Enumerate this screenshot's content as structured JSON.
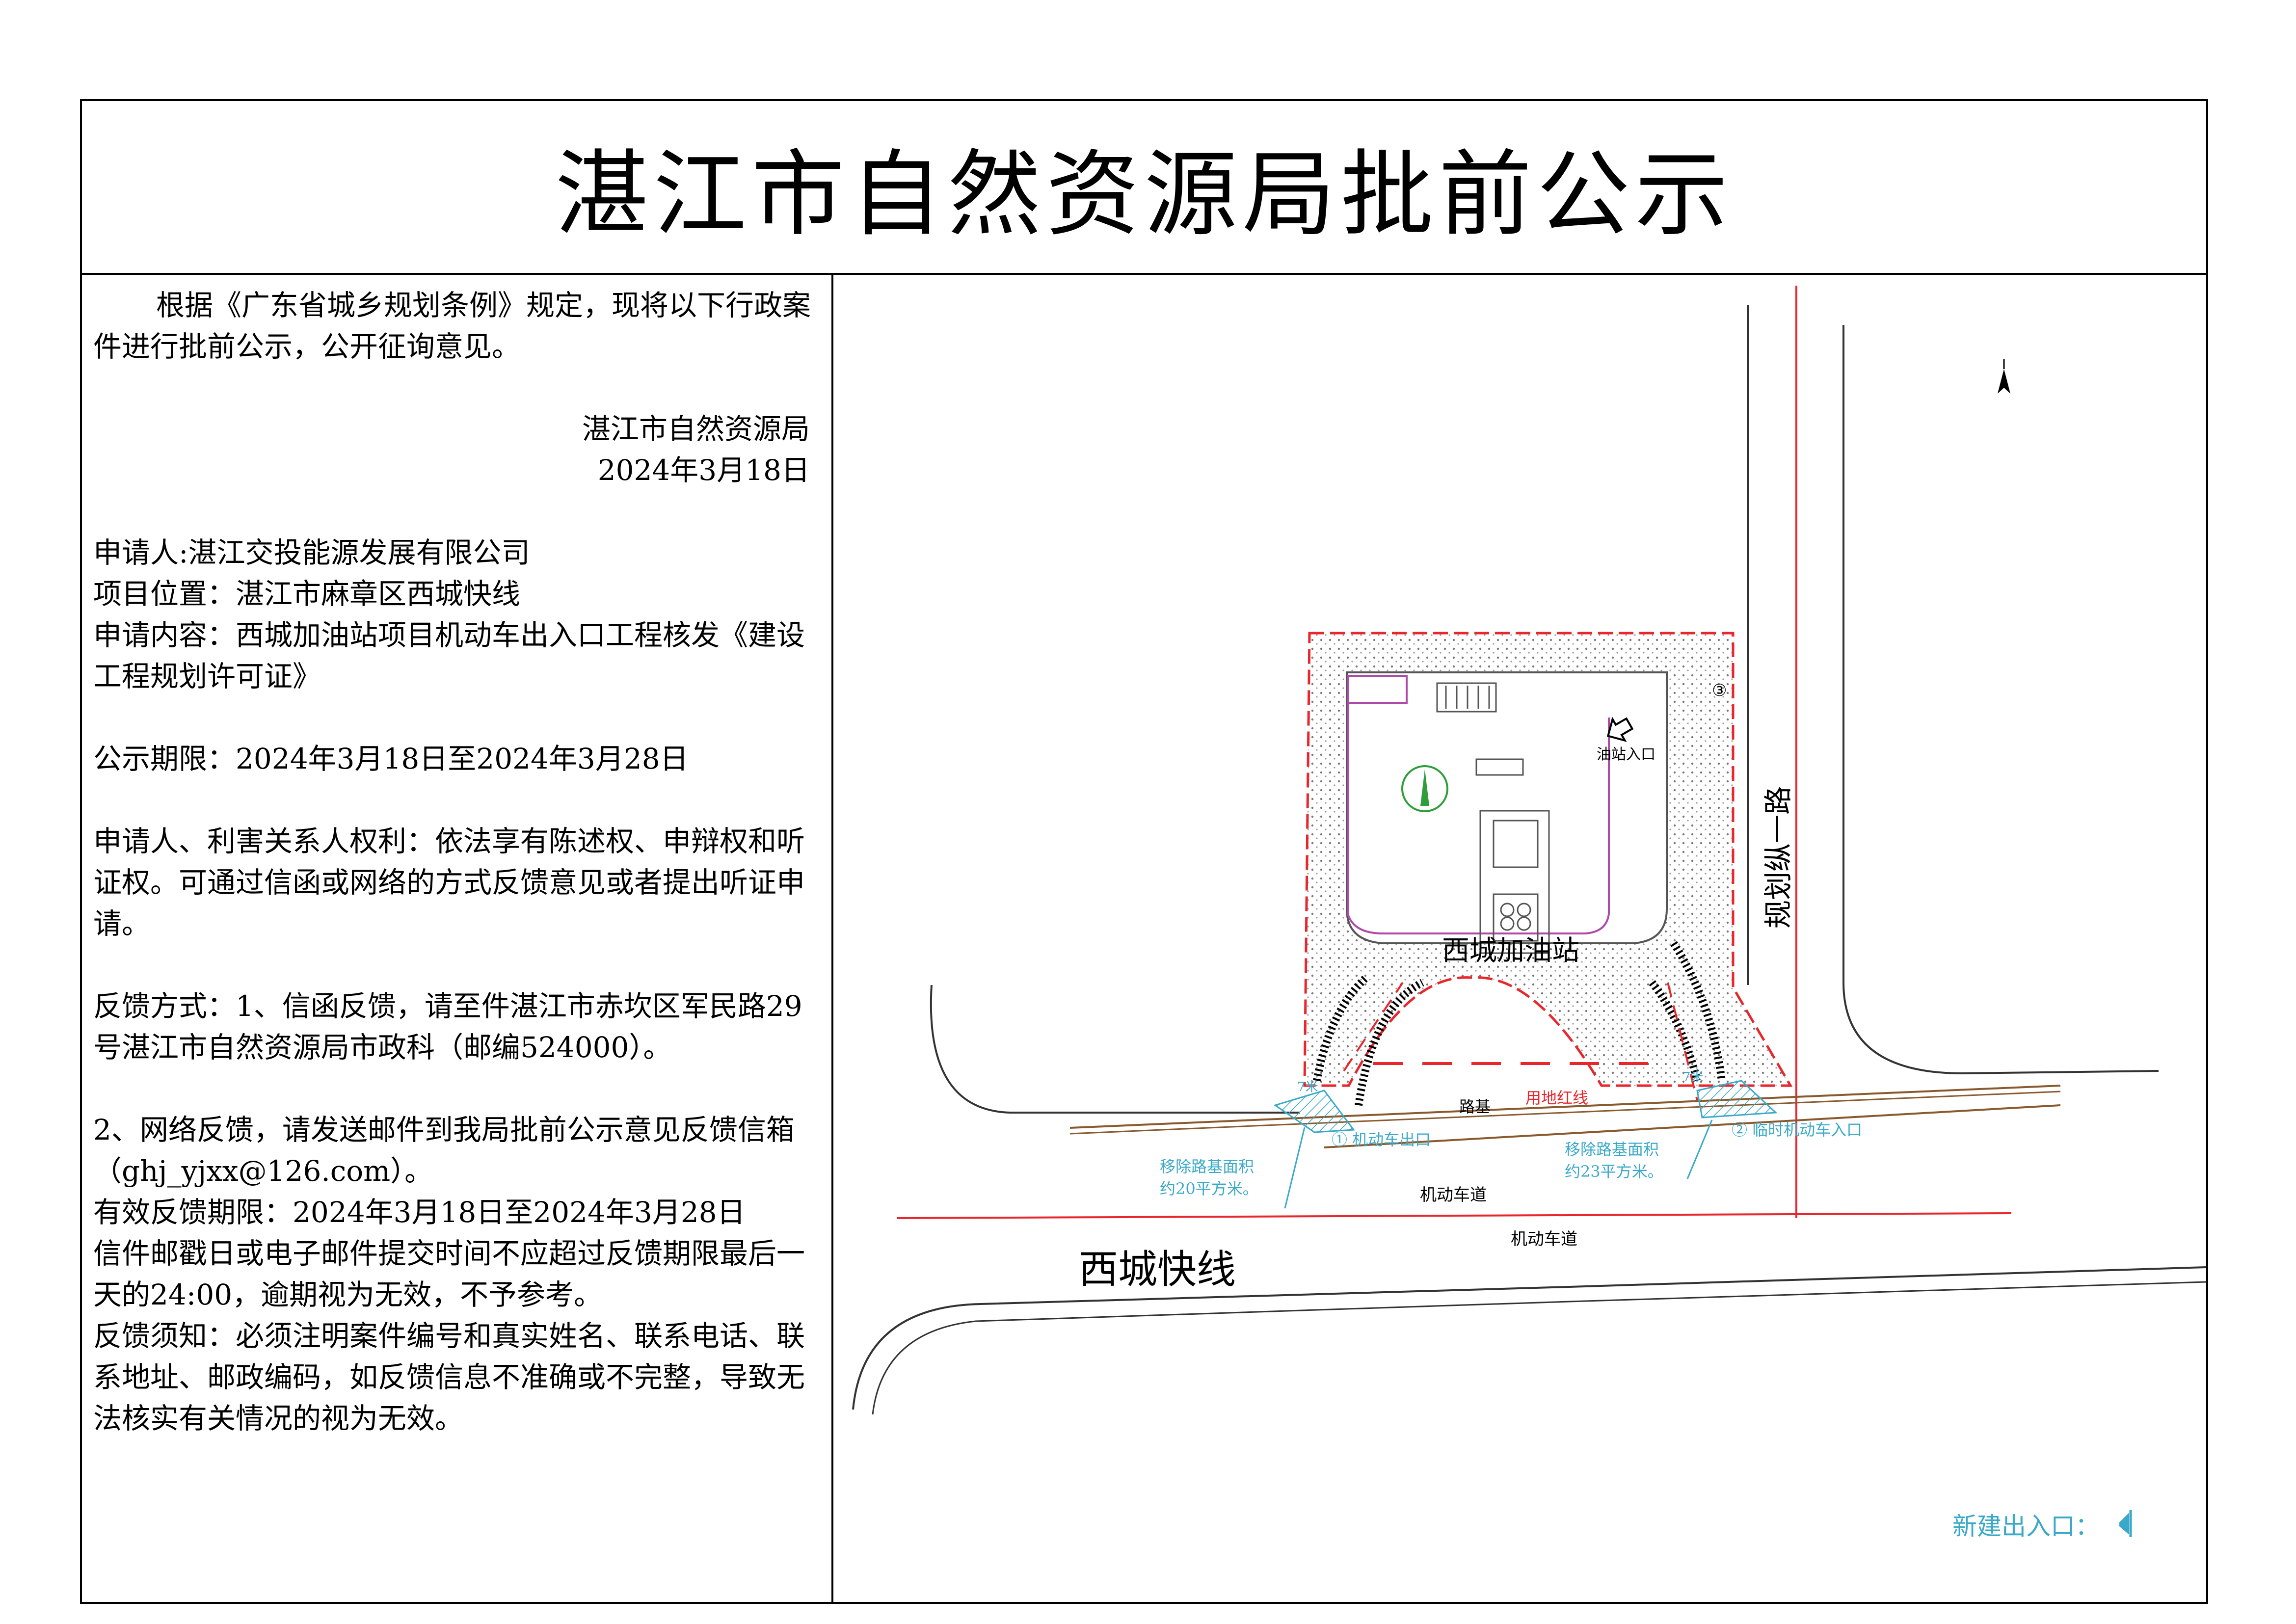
{
  "title": "湛江市自然资源局批前公示",
  "notice": {
    "intro": "根据《广东省城乡规划条例》规定，现将以下行政案件进行批前公示，公开征询意见。",
    "issuer": "湛江市自然资源局",
    "issue_date": "2024年3月18日",
    "applicant": "申请人:湛江交投能源发展有限公司",
    "location": "项目位置：湛江市麻章区西城快线",
    "content": "申请内容：西城加油站项目机动车出入口工程核发《建设工程规划许可证》",
    "period": "公示期限：2024年3月18日至2024年3月28日",
    "rights": "申请人、利害关系人权利：依法享有陈述权、申辩权和听证权。可通过信函或网络的方式反馈意见或者提出听证申请。",
    "feedback_mail": "反馈方式：1、信函反馈，请至件湛江市赤坎区军民路29号湛江市自然资源局市政科（邮编524000）。",
    "feedback_email": "2、网络反馈，请发送邮件到我局批前公示意见反馈信箱（ghj_yjxx@126.com）。",
    "valid_period": "有效反馈期限：2024年3月18日至2024年3月28日",
    "deadline_note": "信件邮戳日或电子邮件提交时间不应超过反馈期限最后一天的24:00，逾期视为无效，不予参考。",
    "requirements": "反馈须知：必须注明案件编号和真实姓名、联系电话、联系地址、邮政编码，如反馈信息不准确或不完整，导致无法核实有关情况的视为无效。"
  },
  "map": {
    "station_name": "西城加油站",
    "entry_label": "油站入口",
    "road_east": "规划纵一路",
    "road_south": "西城快线",
    "lane_1": "机动车道",
    "lane_2": "机动车道",
    "roadbed": "路基",
    "redline": "用地红线",
    "exit_1": "① 机动车出口",
    "entrance_2": "② 临时机动车入口",
    "removal_1a": "移除路基面积",
    "removal_1b": "约20平方米。",
    "removal_2a": "移除路基面积",
    "removal_2b": "约23平方米。",
    "width_1": "7米",
    "width_2": "7米",
    "marker_3": "③",
    "legend": "新建出入口：",
    "colors": {
      "redline": "#e8262b",
      "cyan": "#3aa9c9",
      "purple": "#b04aa8",
      "green": "#2f9e3a"
    }
  }
}
